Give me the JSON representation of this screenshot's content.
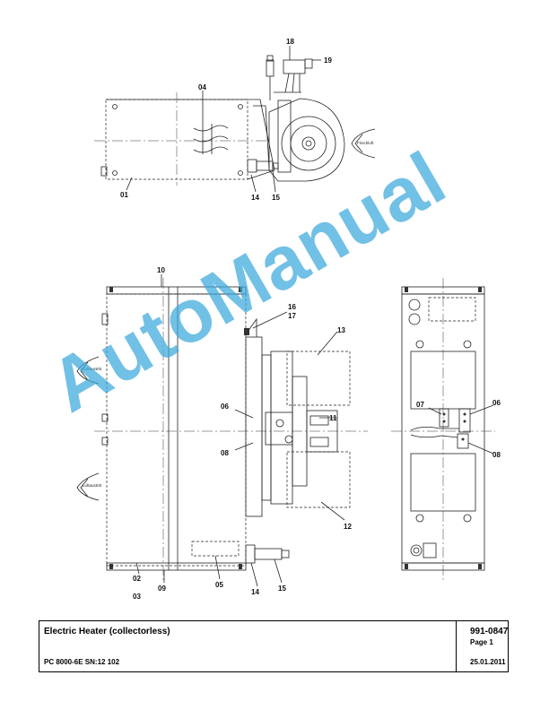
{
  "watermark": "AutoManual",
  "title_block": {
    "title": "Electric Heater (collectorless)",
    "doc_number": "991-0847",
    "page": "Page 1",
    "model": "PC 8000-6E SN:12 102",
    "date": "25.01.2011"
  },
  "top_view": {
    "callouts": {
      "c01": "01",
      "c04": "04",
      "c14": "14",
      "c15": "15",
      "c18": "18",
      "c19": "19"
    },
    "airflow_text": "Frischluft"
  },
  "side_view": {
    "callouts": {
      "c10": "10",
      "c16": "16",
      "c17": "17",
      "c13": "13",
      "c06": "06",
      "c11": "11",
      "c08": "08",
      "c12": "12",
      "c02": "02",
      "c03": "03",
      "c09": "09",
      "c05": "05",
      "c14": "14",
      "c15": "15"
    },
    "airflow_text_upper": "Luftaustritt",
    "airflow_text_lower": "Luftaustritt"
  },
  "end_view": {
    "callouts": {
      "c07": "07",
      "c06": "06",
      "c08": "08"
    }
  }
}
